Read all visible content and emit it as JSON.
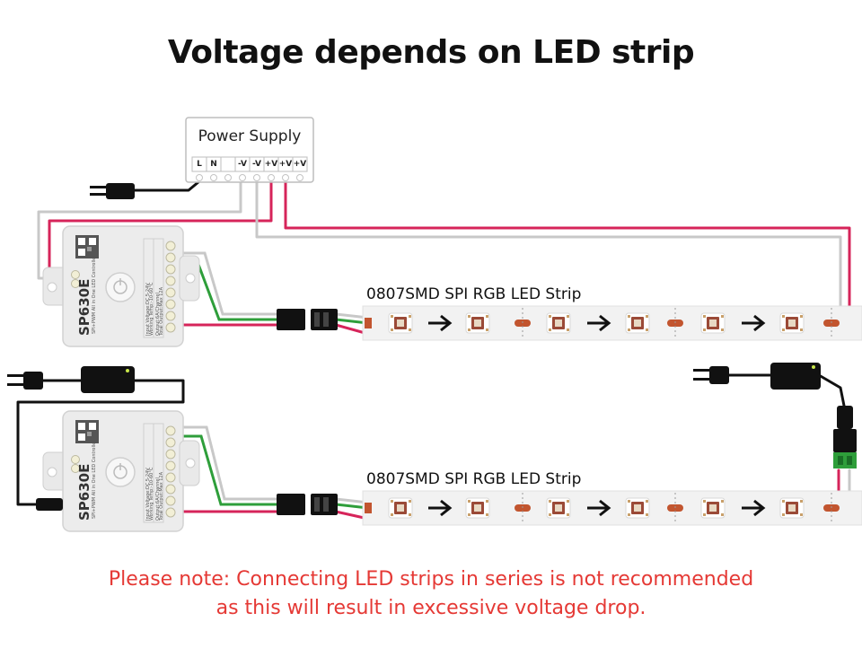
{
  "title": "Voltage depends on LED strip",
  "power_supply": {
    "label": "Power Supply",
    "terminals": [
      "L",
      "N",
      "",
      "-V",
      "-V",
      "+V",
      "+V",
      "+V"
    ]
  },
  "controllers": [
    {
      "model": "SP630E",
      "subtitle": "SPI+PWM All in One LED Controller",
      "specs": [
        "Input Voltage:DC 5-24V",
        "Working Temp:-10-60°C",
        "Output:6A/Channel",
        "Total Output:Max 12A"
      ]
    },
    {
      "model": "SP630E",
      "subtitle": "SPI+PWM All in One LED Controller",
      "specs": [
        "Input Voltage:DC 5-24V",
        "Working Temp:-10-60°C",
        "Output:6A/Channel",
        "Total Output:Max 12A"
      ]
    }
  ],
  "strips": [
    {
      "label": "0807SMD SPI RGB LED Strip"
    },
    {
      "label": "0807SMD SPI RGB LED Strip"
    }
  ],
  "note": {
    "line1": "Please note: Connecting LED strips in series is not recommended",
    "line2": "as this will result in excessive voltage drop."
  },
  "colors": {
    "wire_red": "#d6245a",
    "wire_green": "#2e9e3a",
    "wire_gray": "#c8c8c8",
    "wire_black": "#111111",
    "note_red": "#e53935",
    "strip": "#f2f2f2",
    "led_brown": "#9b4a37"
  }
}
